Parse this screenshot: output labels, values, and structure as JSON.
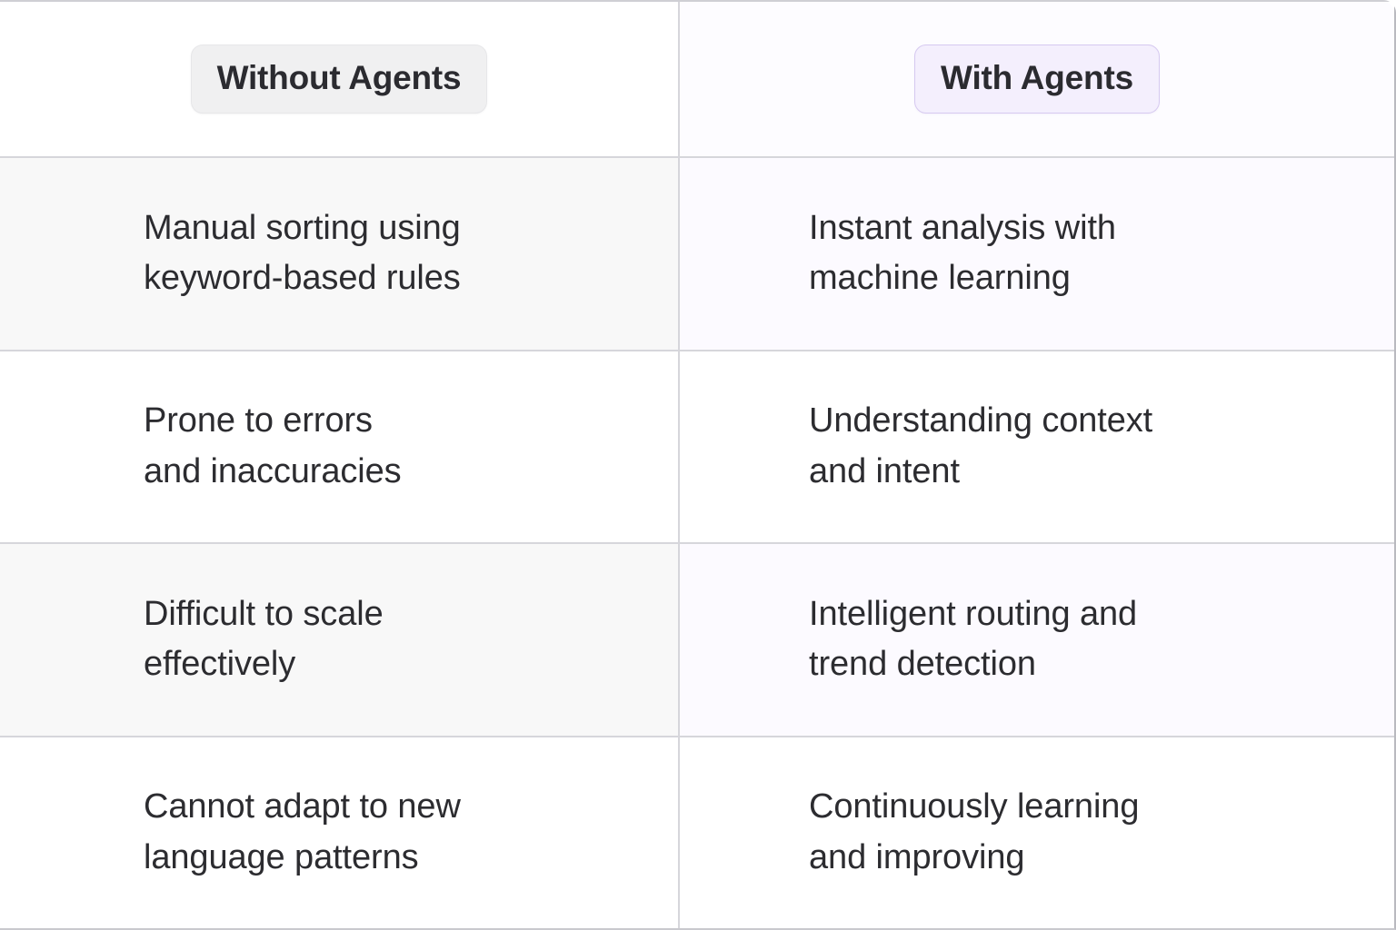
{
  "table": {
    "columns": [
      {
        "id": "without-agents",
        "label": "Without Agents",
        "style": "plain"
      },
      {
        "id": "with-agents",
        "label": "With Agents",
        "style": "accent"
      }
    ],
    "rows": [
      {
        "shaded": true,
        "without": "Manual sorting using\nkeyword-based rules",
        "with": "Instant analysis with\nmachine learning"
      },
      {
        "shaded": false,
        "without": "Prone to errors\nand inaccuracies",
        "with": "Understanding context\nand intent"
      },
      {
        "shaded": true,
        "without": "Difficult to scale\neffectively",
        "with": "Intelligent routing and\ntrend detection"
      },
      {
        "shaded": false,
        "without": "Cannot adapt to new\nlanguage patterns",
        "with": "Continuously learning\nand improving"
      }
    ]
  },
  "colors": {
    "text": "#2c2c30",
    "border": "#d6d6db",
    "badge_plain_bg": "#f0f0f1",
    "badge_accent_bg": "#f4effd",
    "badge_accent_border": "#d6c9f0",
    "row_shade_left": "#f8f8f8",
    "row_shade_right": "#fcfaff"
  }
}
